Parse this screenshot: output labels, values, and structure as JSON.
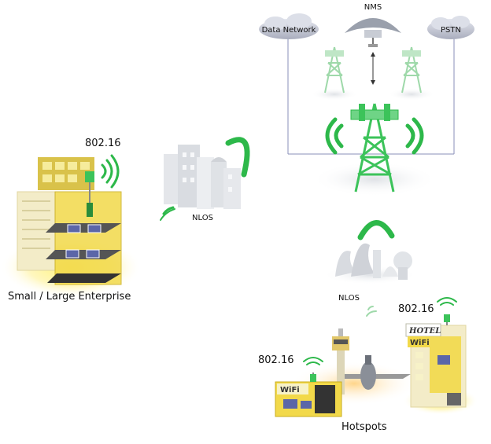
{
  "core": {
    "nms_label": "NMS",
    "data_network_label": "Data Network",
    "pstn_label": "PSTN"
  },
  "enterprise": {
    "standard_label": "802.16",
    "caption": "Small / Large Enterprise"
  },
  "links": {
    "nlos_upper": "NLOS",
    "nlos_lower": "NLOS"
  },
  "hotspots": {
    "airport_standard_label": "802.16",
    "hotel_standard_label": "802.16",
    "hotel_sign": "HOTEL",
    "wifi_sign_left": "WiFi",
    "wifi_sign_hotel": "WiFi",
    "caption": "Hotspots"
  },
  "colors": {
    "signal_green": "#2db84a",
    "tower_green": "#3cc35a",
    "building_yellow": "#f2d94a",
    "glow_yellow": "#fff3a0",
    "link_line": "#8a8fb8",
    "cloud_grey": "#b8bcc8"
  },
  "icons": [
    "tower-icon",
    "cloud-icon",
    "satellite-dish-icon",
    "building-icon",
    "laptop-icon",
    "airplane-icon",
    "signal-waves-icon"
  ]
}
